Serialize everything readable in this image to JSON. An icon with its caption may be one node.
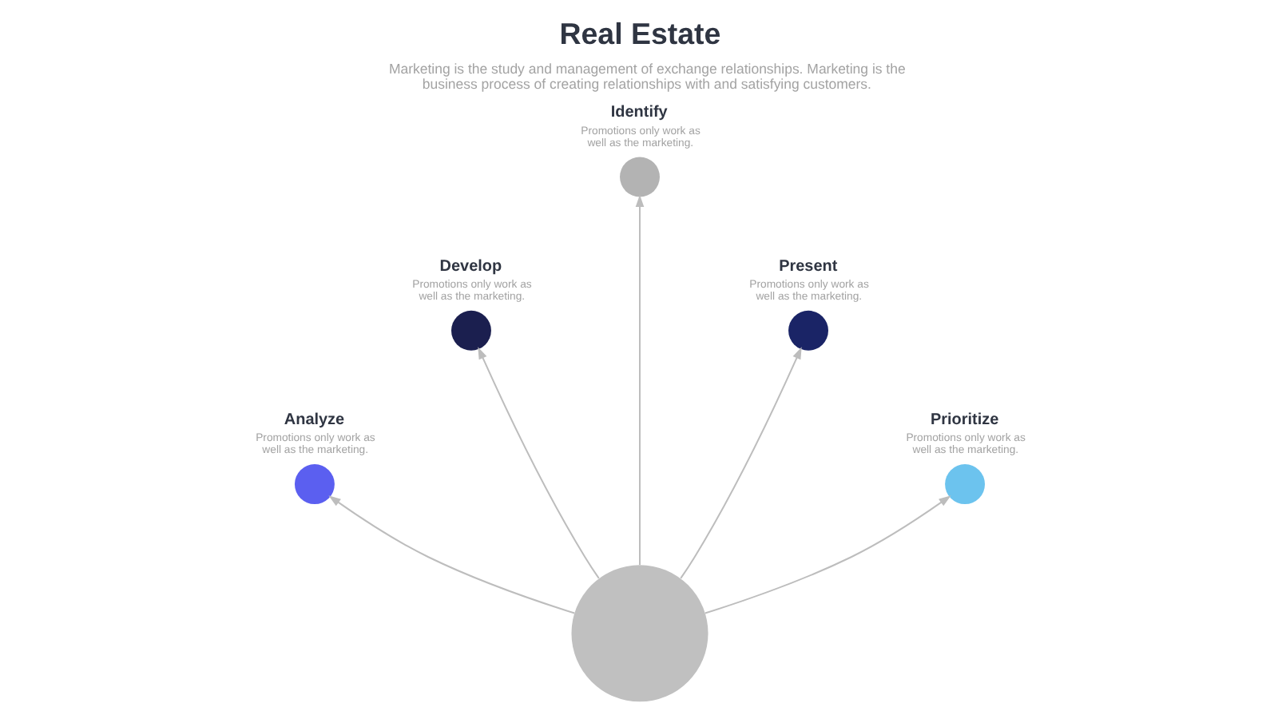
{
  "diagram": {
    "title": "Real Estate",
    "nodes": [
      {
        "text": [
          "Identify",
          "Promotions only work as well as the marketing."
        ]
      },
      {
        "text": [
          "Develop",
          "Promotions only work as well as the marketing."
        ]
      },
      {
        "text": [
          "Present",
          "Promotions only work as well as the marketing."
        ]
      },
      {
        "text": [
          "Analyze",
          "Promotions only work as well as the marketing."
        ]
      },
      {
        "text": [
          "Prioritize",
          "Promotions only work as well as the marketing."
        ]
      },
      {
        "text": [],
        "shape": "circle"
      }
    ],
    "edges": [
      {
        "from": 5,
        "to": 3,
        "arrow": "to"
      },
      {
        "from": 5,
        "to": 1,
        "arrow": "to"
      },
      {
        "from": 5,
        "to": 0,
        "arrow": "to"
      },
      {
        "from": 5,
        "to": 2,
        "arrow": "to"
      },
      {
        "from": 5,
        "to": 4,
        "arrow": "to"
      }
    ],
    "labels": [
      "Marketing is the study and management of exchange relationships. Marketing is the business process of creating relationships with and satisfying customers."
    ]
  }
}
